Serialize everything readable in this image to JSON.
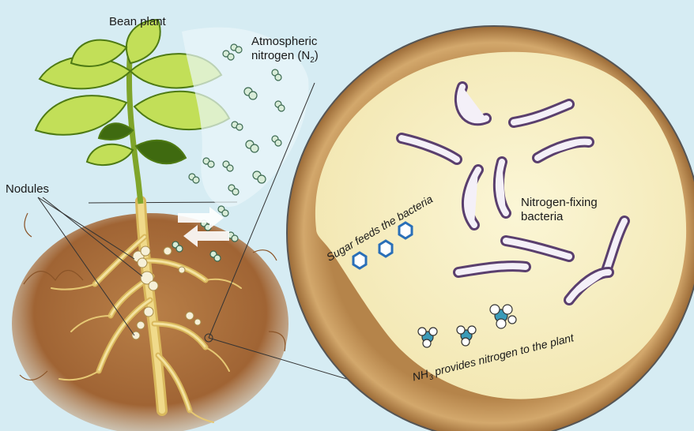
{
  "labels": {
    "bean_plant": "Bean plant",
    "atmospheric_line1": "Atmospheric",
    "atmospheric_line2": "nitrogen (N",
    "atmospheric_sub": "2",
    "atmospheric_end": ")",
    "nodules": "Nodules",
    "bacteria_line1": "Nitrogen-fixing",
    "bacteria_line2": "bacteria",
    "sugar": "Sugar feeds the bacteria",
    "nh3_prefix": "NH",
    "nh3_sub": "3",
    "nh3_rest": " provides nitrogen to the plant"
  },
  "colors": {
    "background": "#d6ecf3",
    "soil": "#a8703c",
    "soil_dark": "#8a5428",
    "root": "#ecd27a",
    "leaf": "#b8d84a",
    "leaf_dark": "#6e9a1e",
    "magnifier_ring": "#c89a5c",
    "magnifier_inner": "#f8f1c6",
    "bacteria_fill": "#f2eef6",
    "bacteria_stroke": "#5a3f6e",
    "hexagon": "#2a6fb8"
  },
  "icons": [
    "nitrogen-molecule-icon",
    "sugar-hexagon-icon",
    "ammonia-molecule-icon",
    "bacterium-icon"
  ]
}
